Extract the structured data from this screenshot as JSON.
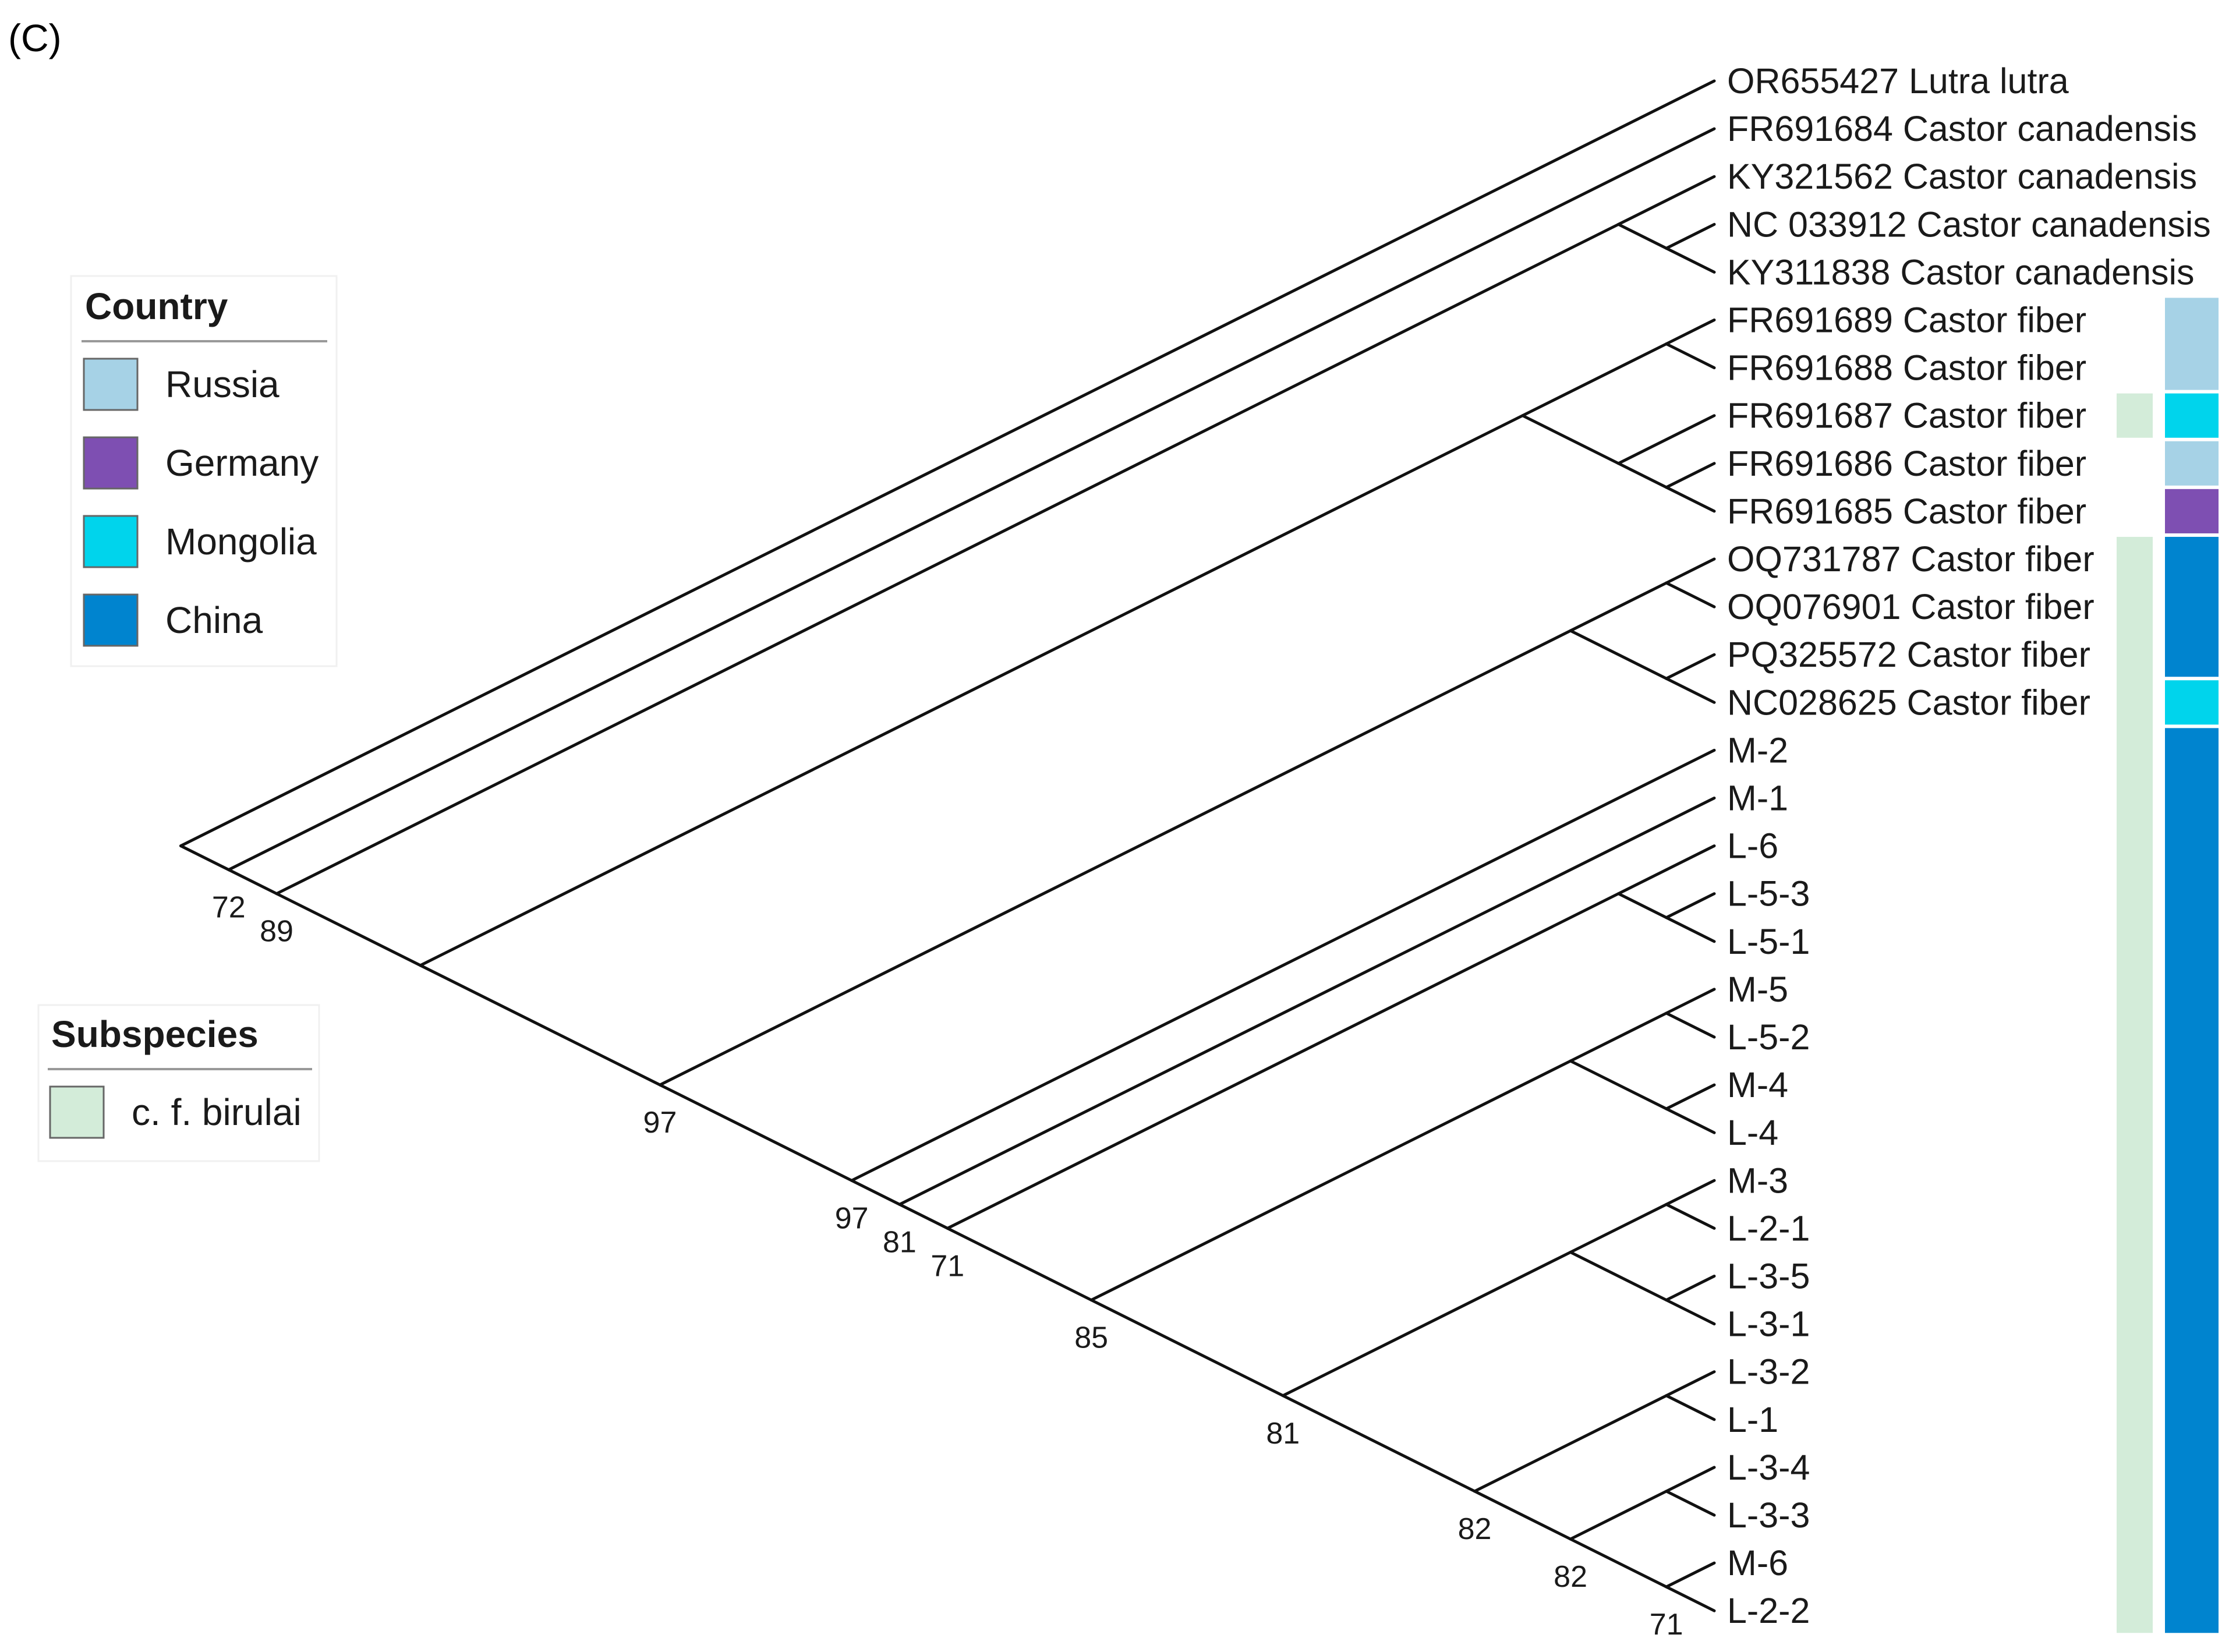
{
  "panel_label": "(C)",
  "colors": {
    "Russia": "#a6d2e6",
    "Germany": "#7e4fb2",
    "Mongolia": "#00d4ec",
    "China": "#0084cf",
    "c. f. birulai": "#d3ecd9"
  },
  "legend_country": {
    "title": "Country",
    "items": [
      {
        "label": "Russia",
        "color": "#a6d2e6"
      },
      {
        "label": "Germany",
        "color": "#7e4fb2"
      },
      {
        "label": "Mongolia",
        "color": "#00d4ec"
      },
      {
        "label": "China",
        "color": "#0084cf"
      }
    ]
  },
  "legend_subspecies": {
    "title": "Subspecies",
    "items": [
      {
        "label": "c. f. birulai",
        "color": "#d3ecd9"
      }
    ]
  },
  "tree": {
    "tips": [
      {
        "label": "OR655427 Lutra lutra",
        "country": null,
        "subspecies": null
      },
      {
        "label": "FR691684 Castor canadensis",
        "country": null,
        "subspecies": null
      },
      {
        "label": "KY321562 Castor canadensis",
        "country": null,
        "subspecies": null
      },
      {
        "label": "NC 033912 Castor canadensis",
        "country": null,
        "subspecies": null
      },
      {
        "label": "KY311838 Castor canadensis",
        "country": null,
        "subspecies": null
      },
      {
        "label": "FR691689 Castor fiber",
        "country": "Russia",
        "subspecies": null
      },
      {
        "label": "FR691688 Castor fiber",
        "country": "Russia",
        "subspecies": null
      },
      {
        "label": "FR691687 Castor fiber",
        "country": "Mongolia",
        "subspecies": "c. f. birulai"
      },
      {
        "label": "FR691686 Castor fiber",
        "country": "Russia",
        "subspecies": null
      },
      {
        "label": "FR691685 Castor fiber",
        "country": "Germany",
        "subspecies": null
      },
      {
        "label": "OQ731787 Castor fiber",
        "country": "China",
        "subspecies": "c. f. birulai"
      },
      {
        "label": "OQ076901 Castor fiber",
        "country": "China",
        "subspecies": "c. f. birulai"
      },
      {
        "label": "PQ325572 Castor fiber",
        "country": "China",
        "subspecies": "c. f. birulai"
      },
      {
        "label": "NC028625 Castor fiber",
        "country": "Mongolia",
        "subspecies": "c. f. birulai"
      },
      {
        "label": "M-2",
        "country": "China",
        "subspecies": "c. f. birulai"
      },
      {
        "label": "M-1",
        "country": "China",
        "subspecies": "c. f. birulai"
      },
      {
        "label": "L-6",
        "country": "China",
        "subspecies": "c. f. birulai"
      },
      {
        "label": "L-5-3",
        "country": "China",
        "subspecies": "c. f. birulai"
      },
      {
        "label": "L-5-1",
        "country": "China",
        "subspecies": "c. f. birulai"
      },
      {
        "label": "M-5",
        "country": "China",
        "subspecies": "c. f. birulai"
      },
      {
        "label": "L-5-2",
        "country": "China",
        "subspecies": "c. f. birulai"
      },
      {
        "label": "M-4",
        "country": "China",
        "subspecies": "c. f. birulai"
      },
      {
        "label": "L-4",
        "country": "China",
        "subspecies": "c. f. birulai"
      },
      {
        "label": "M-3",
        "country": "China",
        "subspecies": "c. f. birulai"
      },
      {
        "label": "L-2-1",
        "country": "China",
        "subspecies": "c. f. birulai"
      },
      {
        "label": "L-3-5",
        "country": "China",
        "subspecies": "c. f. birulai"
      },
      {
        "label": "L-3-1",
        "country": "China",
        "subspecies": "c. f. birulai"
      },
      {
        "label": "L-3-2",
        "country": "China",
        "subspecies": "c. f. birulai"
      },
      {
        "label": "L-1",
        "country": "China",
        "subspecies": "c. f. birulai"
      },
      {
        "label": "L-3-4",
        "country": "China",
        "subspecies": "c. f. birulai"
      },
      {
        "label": "L-3-3",
        "country": "China",
        "subspecies": "c. f. birulai"
      },
      {
        "label": "M-6",
        "country": "China",
        "subspecies": "c. f. birulai"
      },
      {
        "label": "L-2-2",
        "country": "China",
        "subspecies": "c. f. birulai"
      }
    ],
    "root": {
      "children": [
        {
          "tip": 0
        },
        {
          "support": "72",
          "children": [
            {
              "tip": 1
            },
            {
              "support": "89",
              "children": [
                {
                  "children": [
                    {
                      "tip": 2
                    },
                    {
                      "children": [
                        {
                          "tip": 3
                        },
                        {
                          "tip": 4
                        }
                      ]
                    }
                  ]
                },
                {
                  "children": [
                    {
                      "children": [
                        {
                          "children": [
                            {
                              "tip": 5
                            },
                            {
                              "tip": 6
                            }
                          ]
                        },
                        {
                          "children": [
                            {
                              "tip": 7
                            },
                            {
                              "children": [
                                {
                                  "tip": 8
                                },
                                {
                                  "tip": 9
                                }
                              ]
                            }
                          ]
                        }
                      ]
                    },
                    {
                      "support": "97",
                      "children": [
                        {
                          "children": [
                            {
                              "children": [
                                {
                                  "tip": 10
                                },
                                {
                                  "tip": 11
                                }
                              ]
                            },
                            {
                              "children": [
                                {
                                  "tip": 12
                                },
                                {
                                  "tip": 13
                                }
                              ]
                            }
                          ]
                        },
                        {
                          "support": "97",
                          "children": [
                            {
                              "tip": 14
                            },
                            {
                              "support": "81",
                              "children": [
                                {
                                  "tip": 15
                                },
                                {
                                  "support": "71",
                                  "children": [
                                    {
                                      "children": [
                                        {
                                          "tip": 16
                                        },
                                        {
                                          "children": [
                                            {
                                              "tip": 17
                                            },
                                            {
                                              "tip": 18
                                            }
                                          ]
                                        }
                                      ]
                                    },
                                    {
                                      "support": "85",
                                      "children": [
                                        {
                                          "children": [
                                            {
                                              "children": [
                                                {
                                                  "tip": 19
                                                },
                                                {
                                                  "tip": 20
                                                }
                                              ]
                                            },
                                            {
                                              "children": [
                                                {
                                                  "tip": 21
                                                },
                                                {
                                                  "tip": 22
                                                }
                                              ]
                                            }
                                          ]
                                        },
                                        {
                                          "support": "81",
                                          "children": [
                                            {
                                              "children": [
                                                {
                                                  "children": [
                                                    {
                                                      "tip": 23
                                                    },
                                                    {
                                                      "tip": 24
                                                    }
                                                  ]
                                                },
                                                {
                                                  "children": [
                                                    {
                                                      "tip": 25
                                                    },
                                                    {
                                                      "tip": 26
                                                    }
                                                  ]
                                                }
                                              ]
                                            },
                                            {
                                              "support": "82",
                                              "children": [
                                                {
                                                  "children": [
                                                    {
                                                      "tip": 27
                                                    },
                                                    {
                                                      "tip": 28
                                                    }
                                                  ]
                                                },
                                                {
                                                  "support": "82",
                                                  "children": [
                                                    {
                                                      "children": [
                                                        {
                                                          "tip": 29
                                                        },
                                                        {
                                                          "tip": 30
                                                        }
                                                      ]
                                                    },
                                                    {
                                                      "support": "71",
                                                      "children": [
                                                        {
                                                          "tip": 31
                                                        },
                                                        {
                                                          "tip": 32
                                                        }
                                                      ]
                                                    }
                                                  ]
                                                }
                                              ]
                                            }
                                          ]
                                        }
                                      ]
                                    }
                                  ]
                                }
                              ]
                            }
                          ]
                        }
                      ]
                    }
                  ]
                }
              ]
            }
          ]
        }
      ]
    }
  }
}
